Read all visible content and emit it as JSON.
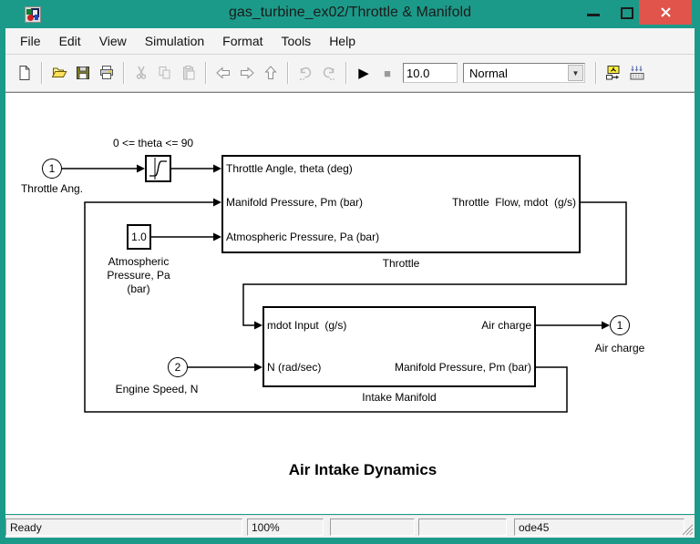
{
  "colors": {
    "titlebar_teal": "#1c9a89",
    "close_red": "#e0544c",
    "chrome_bg": "#f4f4f4",
    "canvas_bg": "#ffffff",
    "folder_yellow": "#ffe05c",
    "library_yellow": "#ffef3e"
  },
  "window": {
    "title": "gas_turbine_ex02/Throttle & Manifold"
  },
  "menu": {
    "items": [
      "File",
      "Edit",
      "View",
      "Simulation",
      "Format",
      "Tools",
      "Help"
    ]
  },
  "icons": {
    "play": "▶",
    "stop": "■",
    "dropdown_arrow": "▼"
  },
  "toolbar": {
    "sim_stop_time": "10.0",
    "sim_mode": "Normal"
  },
  "diagram": {
    "inport_throttle": {
      "number": "1",
      "label": "Throttle Ang."
    },
    "saturation": {
      "label": "0 <= theta <= 90"
    },
    "constant": {
      "value": "1.0",
      "label_lines": [
        "Atmospheric",
        "Pressure, Pa",
        "(bar)"
      ]
    },
    "throttle_block": {
      "name": "Throttle",
      "in1": "Throttle Angle, theta (deg)",
      "in2": "Manifold Pressure, Pm (bar)",
      "in3": "Atmospheric Pressure, Pa (bar)",
      "out1": "Throttle  Flow, mdot  (g/s)"
    },
    "intake_block": {
      "name": "Intake Manifold",
      "in1": "mdot Input  (g/s)",
      "in2": "N (rad/sec)",
      "out1": "Air charge",
      "out2": "Manifold Pressure, Pm (bar)"
    },
    "inport_speed": {
      "number": "2",
      "label": "Engine Speed, N"
    },
    "outport_aircharge": {
      "number": "1",
      "label": "Air charge"
    },
    "title": "Air Intake Dynamics"
  },
  "statusbar": {
    "status": "Ready",
    "zoom": "100%",
    "solver": "ode45"
  }
}
